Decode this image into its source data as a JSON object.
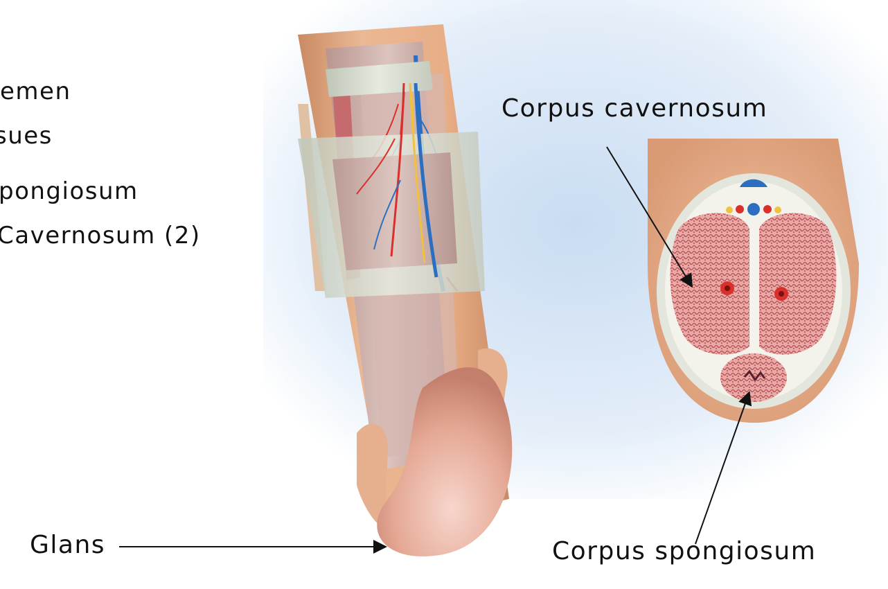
{
  "bullets": [
    "emen",
    "sues",
    "pongiosum",
    "Cavernosum (2)"
  ],
  "labels": {
    "corpus_cavernosum": "Corpus cavernosum",
    "corpus_spongiosum": "Corpus spongiosum",
    "glans": "Glans"
  },
  "colors": {
    "skin": "#e8ae86",
    "skin_dark": "#c98a62",
    "fascia": "#d8ddd0",
    "erectile_tissue": "#d98a8a",
    "vein": "#2c6fc0",
    "artery": "#d9302c",
    "nerve": "#f0c040",
    "background_blue": "#d6e6f6"
  }
}
